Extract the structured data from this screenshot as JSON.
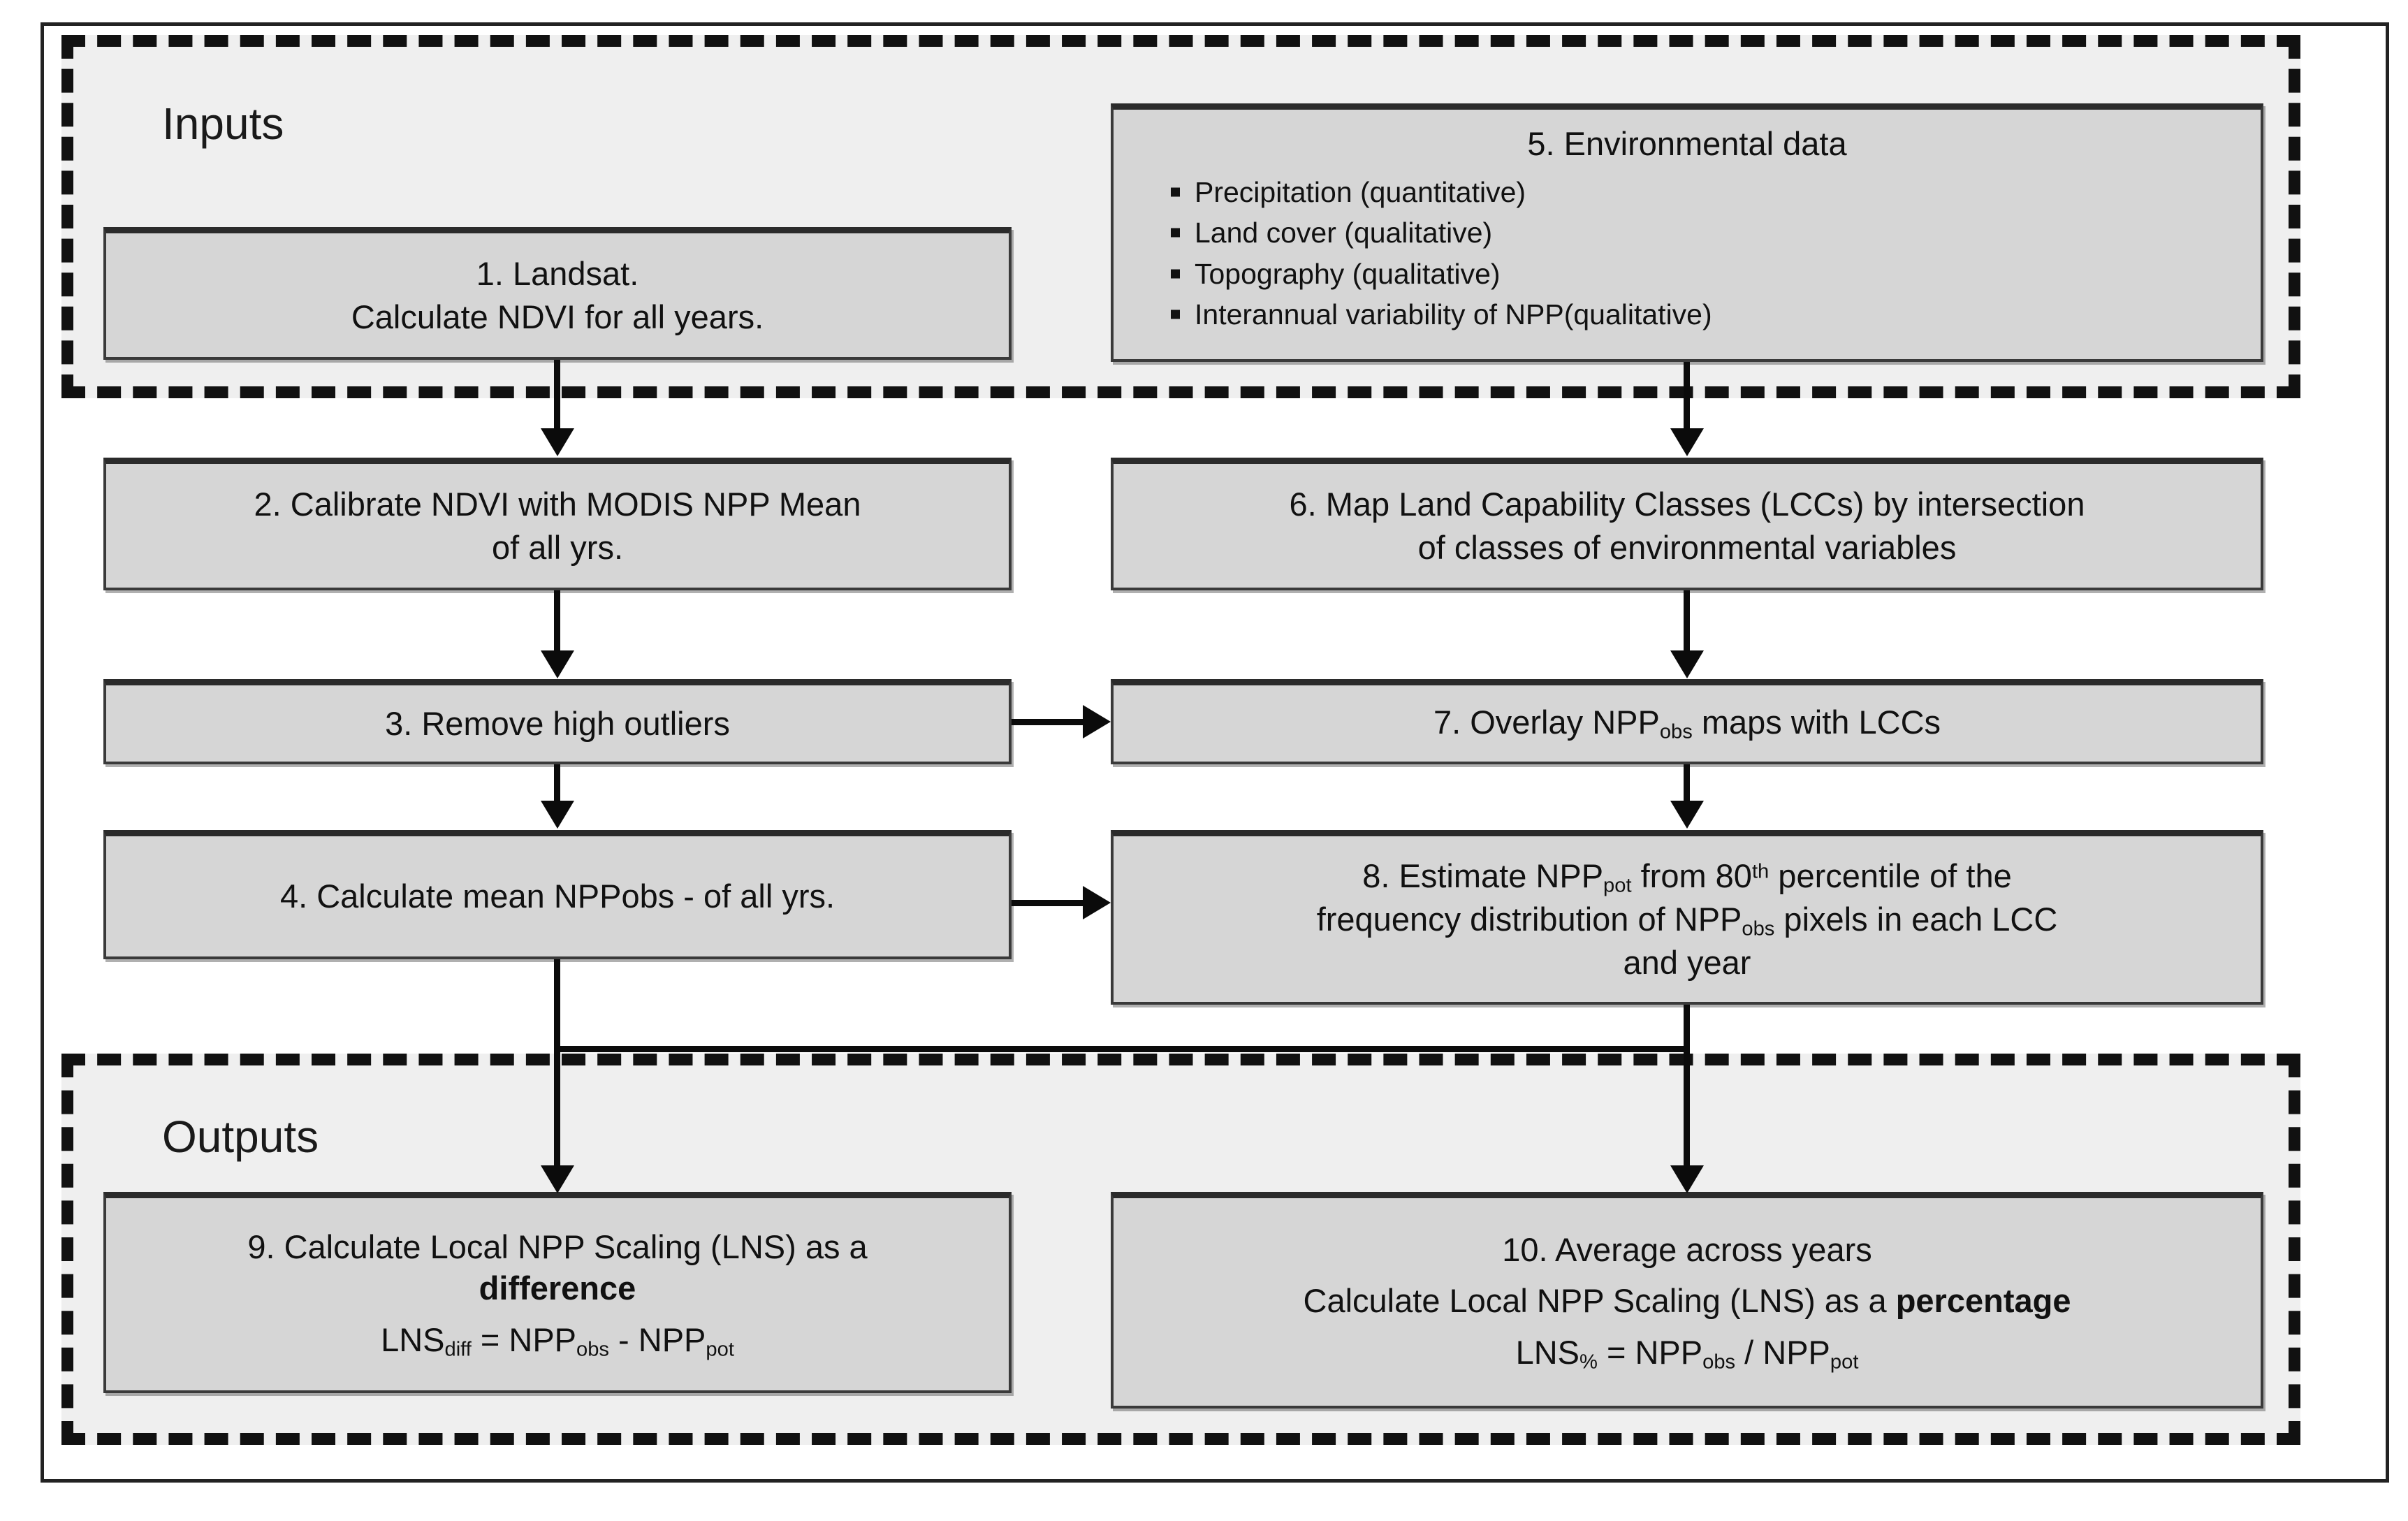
{
  "figure": {
    "type": "flowchart",
    "title_groups": [
      "Inputs",
      "Outputs"
    ]
  },
  "groups": {
    "inputs": {
      "label": "Inputs"
    },
    "outputs": {
      "label": "Outputs"
    }
  },
  "boxes": {
    "b1": {
      "id": "1",
      "line1": "1.   Landsat.",
      "line2": "Calculate NDVI for all years."
    },
    "b5": {
      "title": "5. Environmental data",
      "bullets": [
        "Precipitation (quantitative)",
        "Land cover (qualitative)",
        "Topography (qualitative)",
        "Interannual variability of NPP(qualitative)"
      ]
    },
    "b2": {
      "line1": "2. Calibrate NDVI with MODIS NPP Mean",
      "line2": "of all yrs."
    },
    "b6": {
      "line1": "6. Map Land Capability Classes (LCCs) by intersection",
      "line2": "of classes of environmental variables"
    },
    "b3": {
      "line1": "3. Remove high outliers"
    },
    "b7": {
      "prefix": "7. Overlay NPP",
      "sub": "obs",
      "suffix": " maps with LCCs"
    },
    "b4": {
      "line1": "4. Calculate mean NPPobs - of all yrs."
    },
    "b8": {
      "l1a": "8. Estimate NPP",
      "l1sub": "pot",
      "l1b": " from 80",
      "l1sup": "th",
      "l1c": " percentile of the",
      "l2a": "frequency distribution of NPP",
      "l2sub": "obs",
      "l2b": " pixels in each LCC",
      "l3": "and year"
    },
    "b9": {
      "line1": "9. Calculate Local NPP Scaling (LNS) as a",
      "line2": "difference",
      "formula": {
        "lhs": "LNS",
        "lhs_sub": "diff",
        "eq": " = NPP",
        "t1_sub": "obs",
        "op": " - NPP",
        "t2_sub": "pot"
      }
    },
    "b10": {
      "line1": "10. Average across years",
      "line2a": "Calculate Local NPP Scaling (LNS) as a ",
      "line2b": "percentage",
      "formula": {
        "lhs": "LNS",
        "lhs_sub": "%",
        "eq": " = NPP",
        "t1_sub": "obs",
        "op": " / NPP",
        "t2_sub": "pot"
      }
    }
  },
  "colors": {
    "box_fill": "#d6d6d6",
    "box_border": "#3a3a3a",
    "group_fill": "#efefef",
    "group_border": "#111111",
    "connector": "#0b0b0b",
    "page_bg": "#ffffff"
  },
  "connectors": [
    {
      "from": "b1",
      "to": "b2",
      "kind": "down-arrow"
    },
    {
      "from": "b5",
      "to": "b6",
      "kind": "down-arrow"
    },
    {
      "from": "b2",
      "to": "b3",
      "kind": "down-arrow"
    },
    {
      "from": "b6",
      "to": "b7",
      "kind": "down-arrow"
    },
    {
      "from": "b3",
      "to": "b7",
      "kind": "right-arrow"
    },
    {
      "from": "b3",
      "to": "b4",
      "kind": "down-arrow"
    },
    {
      "from": "b7",
      "to": "b8",
      "kind": "down-arrow"
    },
    {
      "from": "b4",
      "to": "b8",
      "kind": "right-arrow"
    },
    {
      "from": "b4",
      "to": "b9",
      "kind": "down-arrow"
    },
    {
      "from": "b8",
      "to": "b10",
      "kind": "down-arrow"
    },
    {
      "from": "b4-stem",
      "to": "b8-stem",
      "kind": "horizontal-join"
    }
  ]
}
